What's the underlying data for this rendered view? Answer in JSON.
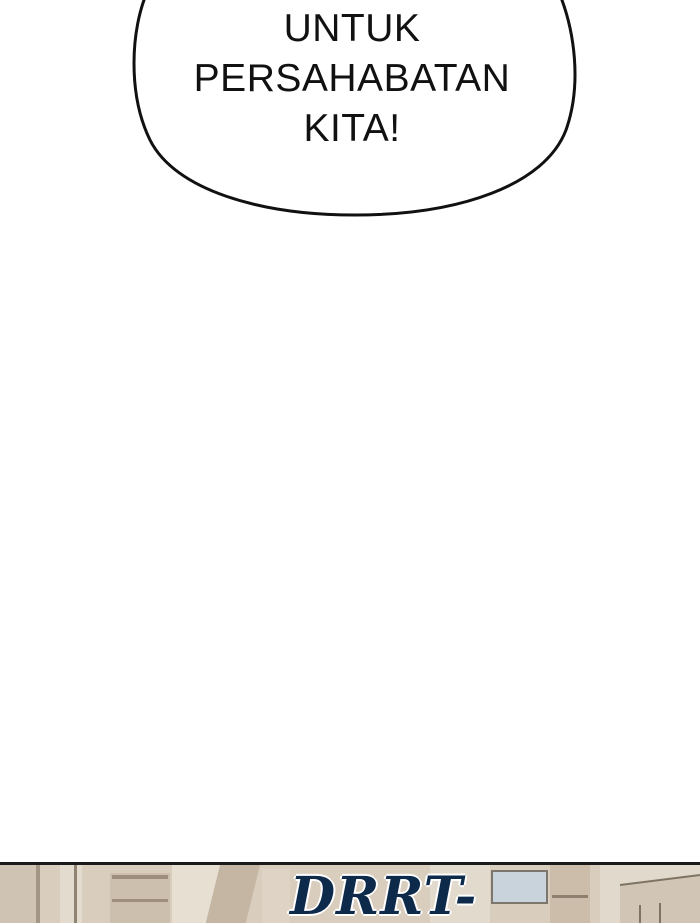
{
  "speech_bubble": {
    "lines": [
      "UNTUK",
      "PERSAHABATAN",
      "KITA!"
    ]
  },
  "sound_effect": {
    "text": "DRRT-"
  },
  "colors": {
    "background": "#ffffff",
    "bubble_stroke": "#111111",
    "sfx_text": "#0e2a4a",
    "panel_tone": "#d8ccbd"
  }
}
